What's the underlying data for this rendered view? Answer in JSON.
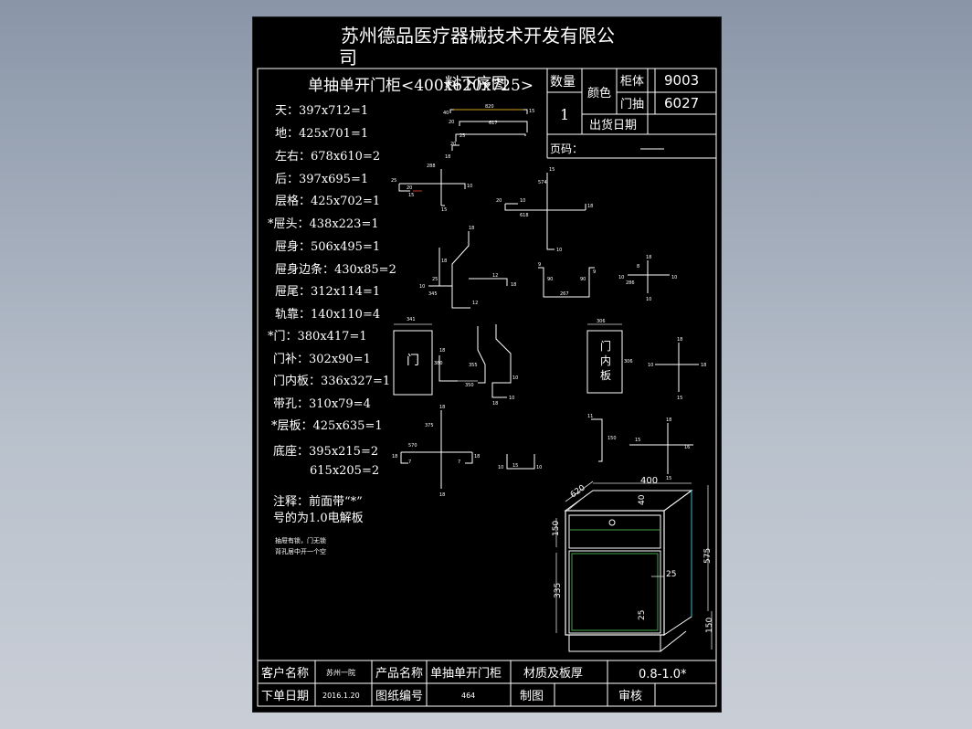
{
  "header": {
    "company_line1": "苏州德品医疗器械技术开发有限公",
    "company_line2": "司",
    "title": "单抽单开门柜<400x620x725>",
    "title_overlay": "料下序图"
  },
  "info_box": {
    "qty_label": "数量",
    "qty_value": "1",
    "color_label": "颜色",
    "body_label": "柜体",
    "body_value": "9003",
    "door_label": "门抽",
    "door_value": "6027",
    "ship_date_label": "出货日期",
    "page_label": "页码："
  },
  "parts": [
    {
      "text": "天：397x712=1"
    },
    {
      "text": "地：425x701=1"
    },
    {
      "text": "左右：678x610=2"
    },
    {
      "text": "后：397x695=1"
    },
    {
      "text": "层格：425x702=1"
    },
    {
      "text": "*屉头：438x223=1"
    },
    {
      "text": "屉身：506x495=1"
    },
    {
      "text": "屉身边条：430x85=2"
    },
    {
      "text": "屉尾：312x114=1"
    },
    {
      "text": "轨靠：140x110=4"
    },
    {
      "text": "*门：380x417=1"
    },
    {
      "text": "门补：302x90=1"
    },
    {
      "text": "门内板：336x327=1"
    },
    {
      "text": "带孔：310x79=4"
    },
    {
      "text": "*层板：425x635=1"
    },
    {
      "text": "底座：395x215=2"
    },
    {
      "text": "615x205=2"
    }
  ],
  "notes": {
    "line1": "注释：前面带“*”",
    "line2": "号的为1.0电解板",
    "small1": "抽屉有锁，门无锁",
    "small2": "背孔居中开一个空"
  },
  "labels": {
    "door": "门",
    "inner1": "门",
    "inner2": "内",
    "inner3": "板"
  },
  "dims": {
    "d_820": "820",
    "d_617": "617",
    "d_40": "40",
    "d_15": "15",
    "d_25": "25",
    "d_20": "20",
    "d_288": "288",
    "d_574": "574",
    "d_618": "618",
    "d_10": "10",
    "d_18": "18",
    "d_12": "12",
    "d_345": "345",
    "d_267": "267",
    "d_90": "90",
    "d_9": "9",
    "d_286": "286",
    "d_8": "8",
    "d_341": "341",
    "d_380": "380",
    "d_355": "355",
    "d_350": "350",
    "d_306": "306",
    "d_375": "375",
    "d_570": "570",
    "d_7": "7",
    "d_150": "150",
    "d_11": "11",
    "d_16": "16",
    "box_620": "620",
    "box_400": "400",
    "box_40": "40",
    "box_150": "150",
    "box_575": "575",
    "box_335": "335",
    "box_25a": "25",
    "box_25b": "25",
    "box_150b": "150"
  },
  "footer": {
    "client_label": "客户名称",
    "client_value": "苏州一院",
    "product_label": "产品名称",
    "product_value": "单抽单开门柜",
    "material_label": "材质及板厚",
    "material_value": "0.8-1.0*",
    "order_date_label": "下单日期",
    "order_date_value": "2016.1.20",
    "drawing_no_label": "图纸编号",
    "drawing_no_value": "464",
    "drawn_label": "制图",
    "review_label": "审核"
  }
}
